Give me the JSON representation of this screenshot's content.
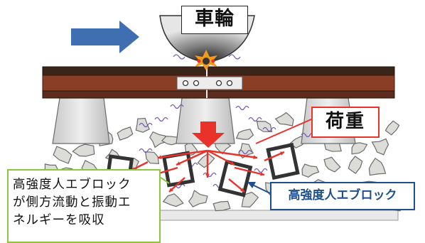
{
  "labels": {
    "wheel": "車輪",
    "load": "荷重",
    "block": "高強度人エブロック",
    "absorb_lines": [
      "高強度人エブロック",
      "が側方流動と振動エ",
      "ネルギーを吸収"
    ]
  },
  "colors": {
    "arrow_blue": "#3f6fb0",
    "force_red": "#e8322a",
    "sleeper_brown": "#6b2e1e",
    "ballast_fill": "#dcdcd8",
    "block_border_blue": "#1f4f8c",
    "absorb_border_green": "#8cc63f",
    "vibration_purple": "#7a5bb5"
  }
}
